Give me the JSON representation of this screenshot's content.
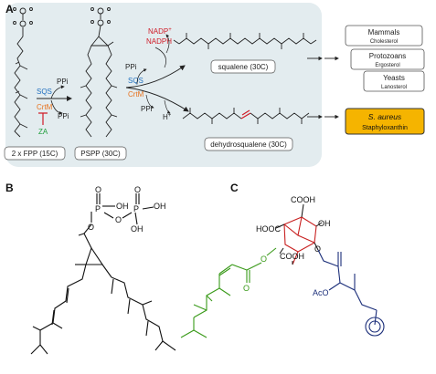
{
  "panels": {
    "a": "A",
    "b": "B",
    "c": "C"
  },
  "panel_a": {
    "substrate": "2 x FPP (15C)",
    "intermediate": "PSPP (30C)",
    "squalene": "squalene (30C)",
    "dehydrosqualene": "dehydrosqualene (30C)",
    "enzymes": {
      "sqs_1": "SQS",
      "crtm_1": "CrtM",
      "za": "ZA",
      "sqs_2": "SQS",
      "crtm_2": "CrtM"
    },
    "cofactors": {
      "ppi_1": "PPi",
      "ppi_2": "PPi",
      "ppi_3": "PPi",
      "ppi_4": "PPi",
      "nadp": "NADP",
      "nadp_sup": "+",
      "nadph": "NADPH",
      "h": "H",
      "h_sup": "+"
    },
    "organisms": [
      {
        "name": "Mammals",
        "product": "Cholesterol"
      },
      {
        "name": "Protozoans",
        "product": "Ergosterol"
      },
      {
        "name": "Yeasts",
        "product": "Lanosterol"
      },
      {
        "name": "S. aureus",
        "product": "Staphyloxanthin"
      }
    ]
  },
  "panel_b": {
    "atoms": {
      "oh1": "OH",
      "oh2": "OH",
      "oh3": "OH",
      "p1": "P",
      "p2": "P",
      "o_bridge": "O",
      "o_ester": "O",
      "o_db1": "O",
      "o_db2": "O"
    }
  },
  "panel_c": {
    "atoms": {
      "cooh_top": "COOH",
      "hooc": "HOOC",
      "oh": "OH",
      "cooh_bottom": "COOH",
      "o_ring": "O",
      "o_ester": "O",
      "o_carbonyl": "O",
      "aco": "AcO"
    }
  },
  "colors": {
    "panel_bg": "#e3ecef",
    "enzyme_blue": "#1f6fbf",
    "enzyme_orange": "#e8731e",
    "inhibitor_green": "#1e9e3a",
    "cofactor_red": "#d01c28",
    "highlight_box": "#f5b400",
    "ester_chain_green": "#3a9a1a",
    "side_chain_blue": "#1c2f7a",
    "ring_red": "#c82020"
  }
}
